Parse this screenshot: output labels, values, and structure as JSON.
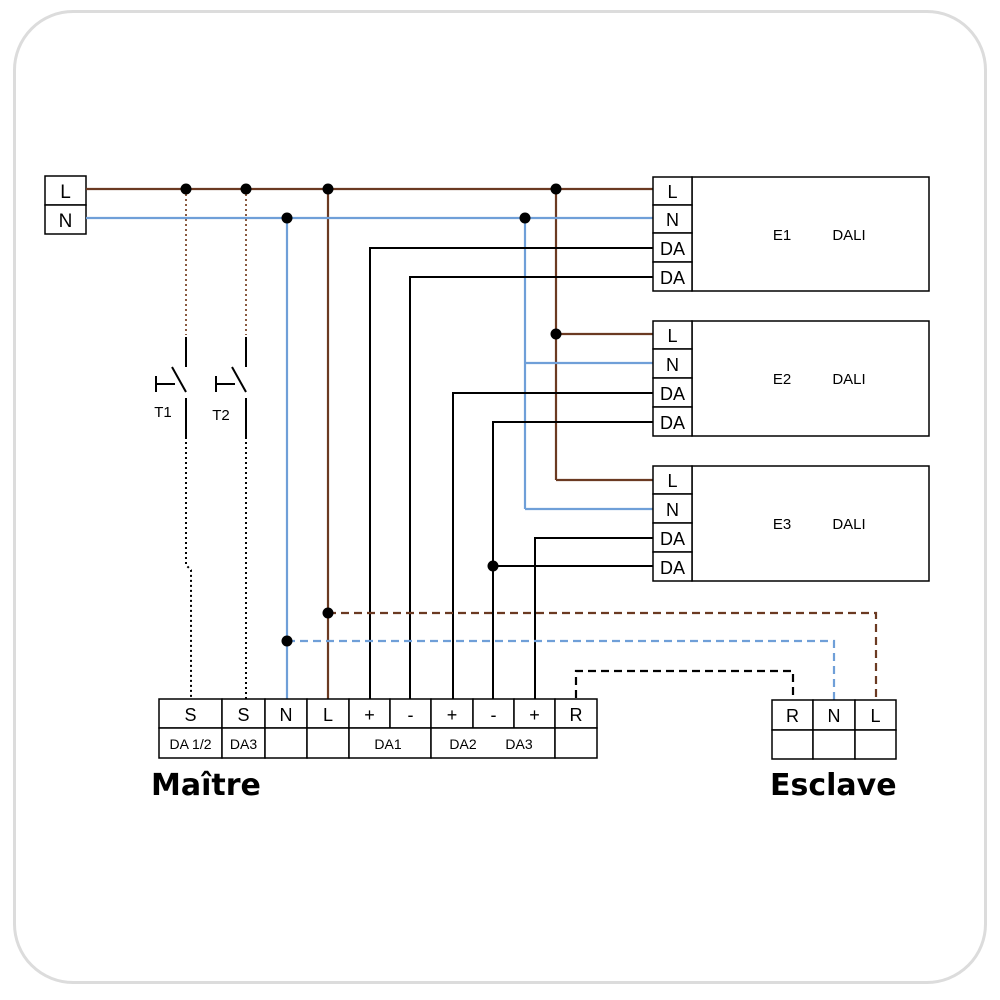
{
  "supply": {
    "l": "L",
    "n": "N"
  },
  "switches": {
    "t1": "T1",
    "t2": "T2"
  },
  "ballasts": [
    {
      "name": "E1",
      "type": "DALI",
      "terminals": [
        "L",
        "N",
        "DA",
        "DA"
      ]
    },
    {
      "name": "E2",
      "type": "DALI",
      "terminals": [
        "L",
        "N",
        "DA",
        "DA"
      ]
    },
    {
      "name": "E3",
      "type": "DALI",
      "terminals": [
        "L",
        "N",
        "DA",
        "DA"
      ]
    }
  ],
  "master": {
    "title": "Maître",
    "terminals": [
      "S",
      "S",
      "N",
      "L",
      "+",
      "-",
      "+",
      "-",
      "+",
      "R"
    ],
    "labels": {
      "s1": "DA 1/2",
      "s2": "DA3",
      "da1": "DA1",
      "da2": "DA2",
      "da3": "DA3"
    }
  },
  "slave": {
    "title": "Esclave",
    "terminals": [
      "R",
      "N",
      "L"
    ]
  },
  "colors": {
    "line": "#6b3a22",
    "neutral": "#6f9fd8",
    "data": "#000000"
  }
}
